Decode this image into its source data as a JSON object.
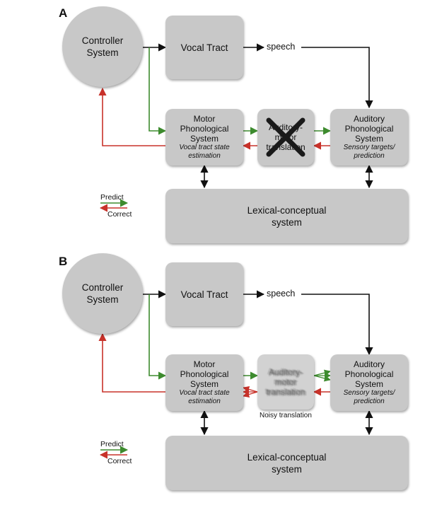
{
  "colors": {
    "box": "#c8c8c8",
    "predict": "#3d8b2e",
    "correct": "#c8322a",
    "arrow": "#111111"
  },
  "panels": [
    {
      "label": "A",
      "controller": [
        "Controller",
        "System"
      ],
      "vocal_tract": "Vocal Tract",
      "speech": "speech",
      "motor": [
        "Motor",
        "Phonological",
        "System"
      ],
      "motor_sub": [
        "Vocal tract state",
        "estimation"
      ],
      "translation": [
        "Auditory-",
        "motor",
        "translation"
      ],
      "auditory": [
        "Auditory",
        "Phonological",
        "System"
      ],
      "auditory_sub": [
        "Sensory targets/",
        "prediction"
      ],
      "lexical": [
        "Lexical-conceptual",
        "system"
      ],
      "legend_predict": "Predict",
      "legend_correct": "Correct"
    },
    {
      "label": "B",
      "controller": [
        "Controller",
        "System"
      ],
      "vocal_tract": "Vocal Tract",
      "speech": "speech",
      "motor": [
        "Motor",
        "Phonological",
        "System"
      ],
      "motor_sub": [
        "Vocal tract state",
        "estimation"
      ],
      "translation": [
        "Auditory-",
        "motor",
        "translation"
      ],
      "translation_caption": "Noisy translation",
      "auditory": [
        "Auditory",
        "Phonological",
        "System"
      ],
      "auditory_sub": [
        "Sensory targets/",
        "prediction"
      ],
      "lexical": [
        "Lexical-conceptual",
        "system"
      ],
      "legend_predict": "Predict",
      "legend_correct": "Correct"
    }
  ]
}
